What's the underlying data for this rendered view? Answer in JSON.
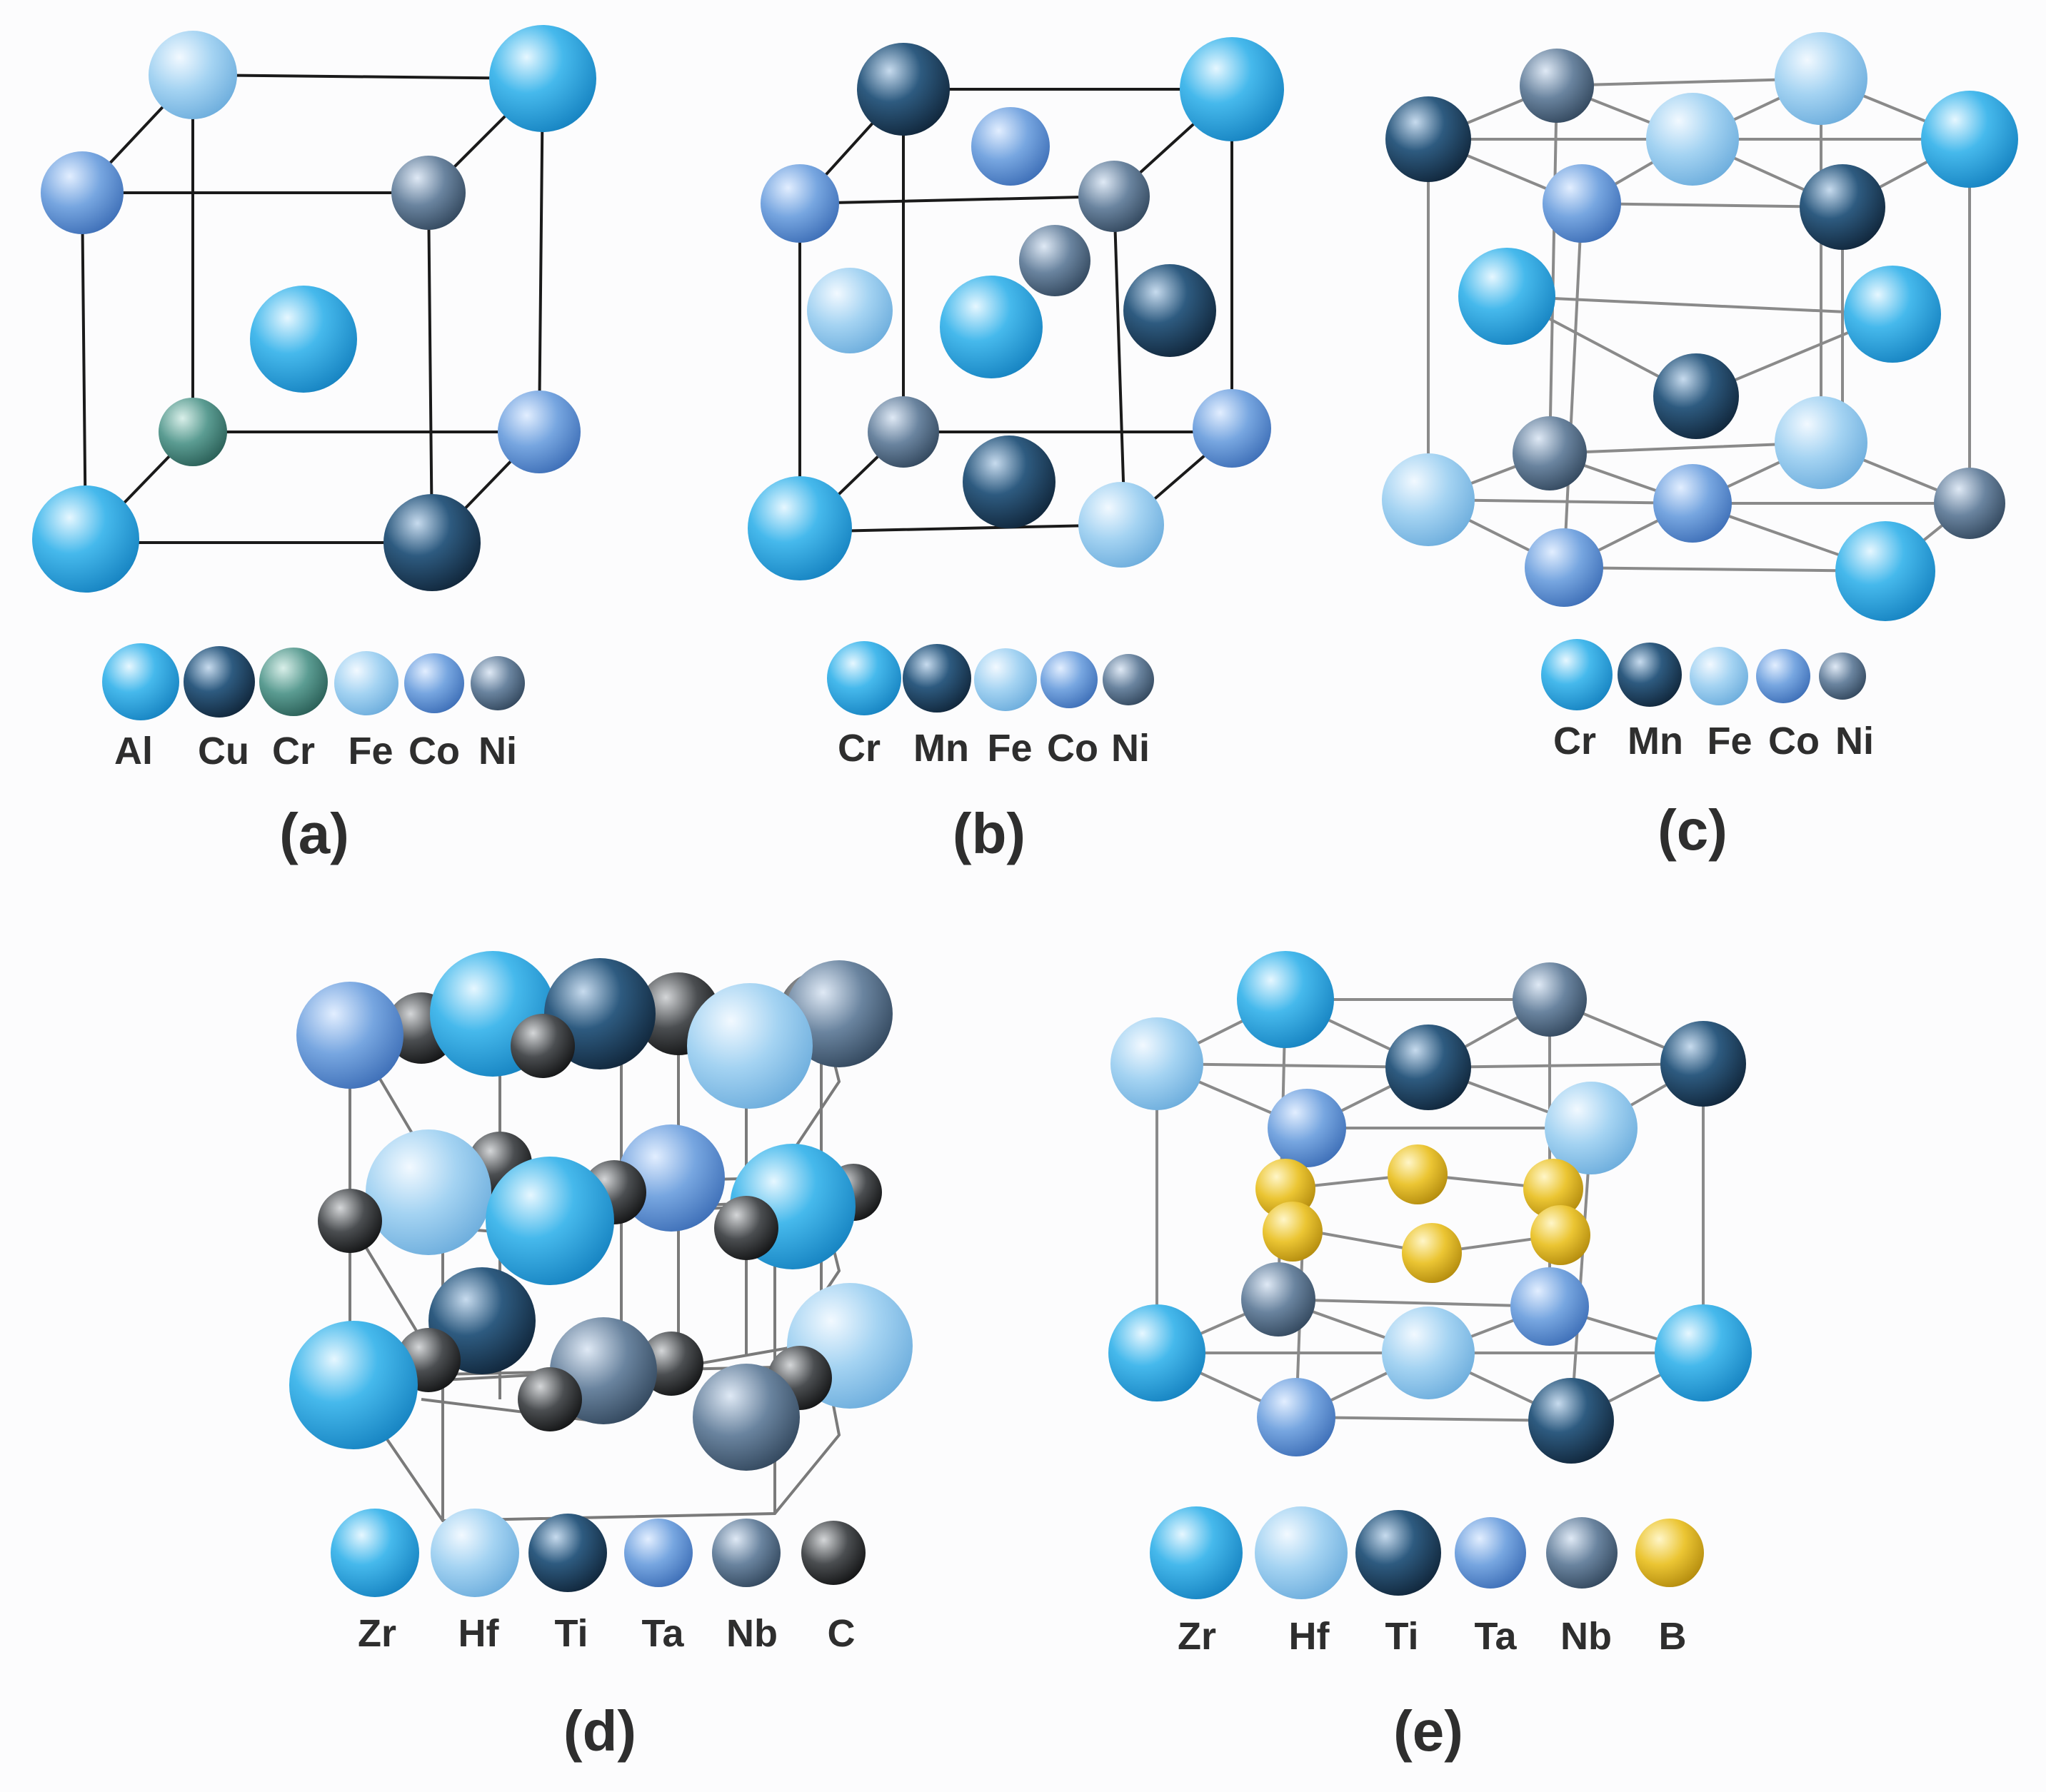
{
  "colors": {
    "Al": "#2aa9e0",
    "Cu": "#234d6e",
    "Cr_a": "#4a8f87",
    "Fe": "#8fc8ec",
    "Co": "#5f92d4",
    "Ni": "#56708c",
    "Cr": "#2aa9e0",
    "Mn": "#234d6e",
    "Zr": "#2aa9e0",
    "Hf": "#8fc8ec",
    "Ti": "#234d6e",
    "Ta": "#5f92d4",
    "Nb": "#56708c",
    "C": "#404244",
    "B": "#e2b81e",
    "bond": "#7a7a7a",
    "edge": "#1a1a1a"
  },
  "panels": [
    {
      "caption": "(a)",
      "legend": [
        "Al",
        "Cu",
        "Cr",
        "Fe",
        "Co",
        "Ni"
      ]
    },
    {
      "caption": "(b)",
      "legend": [
        "Cr",
        "Mn",
        "Fe",
        "Co",
        "Ni"
      ]
    },
    {
      "caption": "(c)",
      "legend": [
        "Cr",
        "Mn",
        "Fe",
        "Co",
        "Ni"
      ]
    },
    {
      "caption": "(d)",
      "legend": [
        "Zr",
        "Hf",
        "Ti",
        "Ta",
        "Nb",
        "C"
      ]
    },
    {
      "caption": "(e)",
      "legend": [
        "Zr",
        "Hf",
        "Ti",
        "Ta",
        "Nb",
        "B"
      ]
    }
  ]
}
